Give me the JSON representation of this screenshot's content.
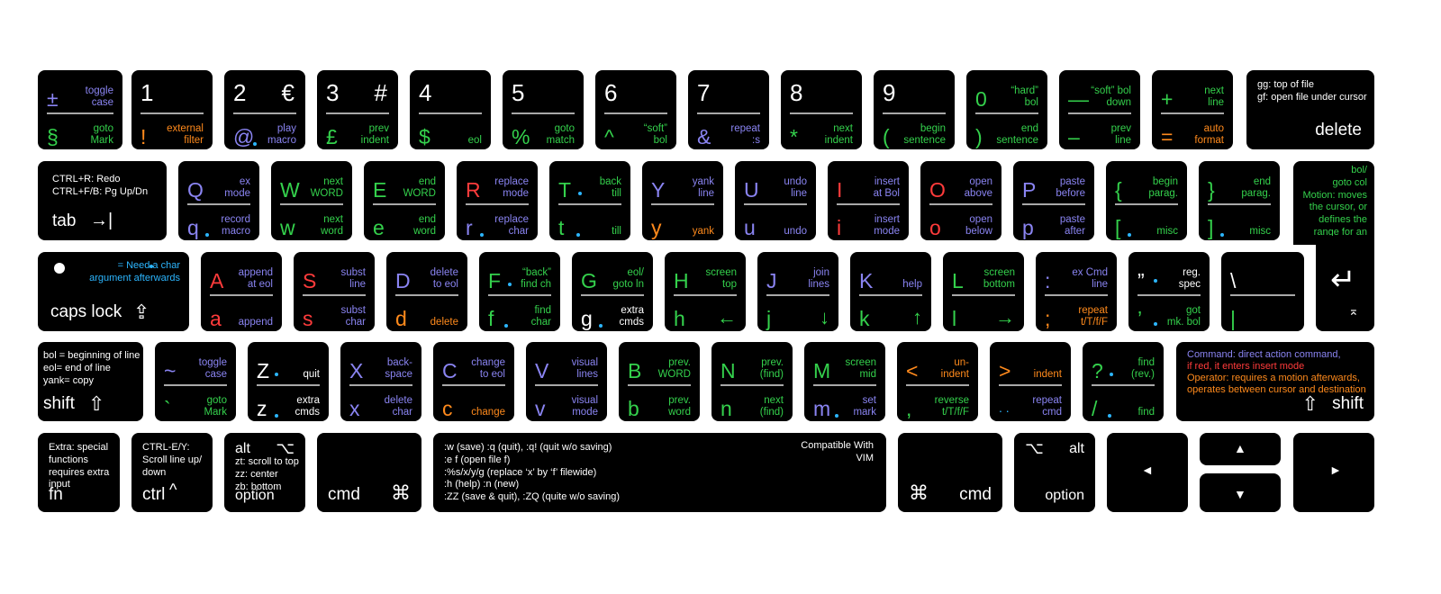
{
  "colors": {
    "purple": "#8a84f2",
    "green": "#34d14c",
    "orange": "#ff8a1c",
    "red": "#ff3b3b",
    "white": "#ffffff",
    "cyan": "#2cb6ff",
    "key_bg": "#000000",
    "divider": "#a8a8a8"
  },
  "row1": {
    "backtick": {
      "top_sym": "±",
      "top_desc": "toggle\ncase",
      "bot_sym": "§",
      "bot_desc": "goto\nMark"
    },
    "k1": {
      "num": "1",
      "bot_sym": "!",
      "bot_desc": "external\nfilter"
    },
    "k2": {
      "num": "2",
      "alt": "€",
      "bot_sym": "@",
      "bot_desc": "play\nmacro"
    },
    "k3": {
      "num": "3",
      "alt": "#",
      "bot_sym": "£",
      "bot_desc": "prev\nindent"
    },
    "k4": {
      "num": "4",
      "bot_sym": "$",
      "bot_desc": "eol"
    },
    "k5": {
      "num": "5",
      "bot_sym": "%",
      "bot_desc": "goto\nmatch"
    },
    "k6": {
      "num": "6",
      "bot_sym": "^",
      "bot_desc": "“soft”\nbol"
    },
    "k7": {
      "num": "7",
      "bot_sym": "&",
      "bot_desc": "repeat\n:s"
    },
    "k8": {
      "num": "8",
      "bot_sym": "*",
      "bot_desc": "next\nindent"
    },
    "k9": {
      "num": "9",
      "bot_sym": "(",
      "bot_desc": "begin\nsentence"
    },
    "k0": {
      "top_sym": "0",
      "top_desc": "“hard”\nbol",
      "bot_sym": ")",
      "bot_desc": "end\nsentence"
    },
    "minus": {
      "top_sym": "—",
      "top_desc": "“soft” bol\ndown",
      "bot_sym": "–",
      "bot_desc": "prev\nline"
    },
    "plus": {
      "top_sym": "+",
      "top_desc": "next\nline",
      "bot_sym": "=",
      "bot_desc": "auto\nformat"
    },
    "delete": {
      "note": "gg: top of file\ngf: open file under cursor",
      "label": "delete"
    }
  },
  "row2": {
    "tab": {
      "note": "CTRL+R: Redo\nCTRL+F/B: Pg Up/Dn",
      "label": "tab",
      "glyph": "→|"
    },
    "q": {
      "top_sym": "Q",
      "top_desc": "ex\nmode",
      "bot_sym": "q",
      "bot_desc": "record\nmacro"
    },
    "w": {
      "top_sym": "W",
      "top_desc": "next\nWORD",
      "bot_sym": "w",
      "bot_desc": "next\nword"
    },
    "e": {
      "top_sym": "E",
      "top_desc": "end\nWORD",
      "bot_sym": "e",
      "bot_desc": "end\nword"
    },
    "r": {
      "top_sym": "R",
      "top_desc": "replace\nmode",
      "bot_sym": "r",
      "bot_desc": "replace\nchar"
    },
    "t": {
      "top_sym": "T",
      "top_desc": "back\ntill",
      "bot_sym": "t",
      "bot_desc": "till"
    },
    "y": {
      "top_sym": "Y",
      "top_desc": "yank\nline",
      "bot_sym": "y",
      "bot_desc": "yank"
    },
    "u": {
      "top_sym": "U",
      "top_desc": "undo\nline",
      "bot_sym": "u",
      "bot_desc": "undo"
    },
    "i": {
      "top_sym": "I",
      "top_desc": "insert\nat Bol",
      "bot_sym": "i",
      "bot_desc": "insert\nmode"
    },
    "o": {
      "top_sym": "O",
      "top_desc": "open\nabove",
      "bot_sym": "o",
      "bot_desc": "open\nbelow"
    },
    "p": {
      "top_sym": "P",
      "top_desc": "paste\nbefore",
      "bot_sym": "p",
      "bot_desc": "paste\nafter"
    },
    "lbrace": {
      "top_sym": "{",
      "top_desc": "begin\nparag.",
      "bot_sym": "[",
      "bot_desc": "misc"
    },
    "rbrace": {
      "top_sym": "}",
      "top_desc": "end\nparag.",
      "bot_sym": "]",
      "bot_desc": "misc"
    },
    "pipe": {
      "text": "bol/\ngoto col\nMotion: moves\nthe cursor, or\ndefines the\nrange for an\noperator"
    }
  },
  "row3": {
    "caps": {
      "note": "= Need a char\nargument afterwards",
      "label": "caps lock",
      "glyph": "⇪"
    },
    "a": {
      "top_sym": "A",
      "top_desc": "append\nat eol",
      "bot_sym": "a",
      "bot_desc": "append"
    },
    "s": {
      "top_sym": "S",
      "top_desc": "subst\nline",
      "bot_sym": "s",
      "bot_desc": "subst\nchar"
    },
    "d": {
      "top_sym": "D",
      "top_desc": "delete\nto eol",
      "bot_sym": "d",
      "bot_desc": "delete"
    },
    "f": {
      "top_sym": "F",
      "top_desc": "“back”\nfind ch",
      "bot_sym": "f",
      "bot_desc": "find\nchar"
    },
    "g": {
      "top_sym": "G",
      "top_desc": "eol/\ngoto ln",
      "bot_sym": "g",
      "bot_desc": "extra\ncmds"
    },
    "h": {
      "top_sym": "H",
      "top_desc": "screen\ntop",
      "bot_sym": "h",
      "bot_desc": "←"
    },
    "j": {
      "top_sym": "J",
      "top_desc": "join\nlines",
      "bot_sym": "j",
      "bot_desc": "↓"
    },
    "k": {
      "top_sym": "K",
      "top_desc": "help",
      "bot_sym": "k",
      "bot_desc": "↑"
    },
    "l": {
      "top_sym": "L",
      "top_desc": "screen\nbottom",
      "bot_sym": "l",
      "bot_desc": "→"
    },
    "colon": {
      "top_sym": ":",
      "top_desc": "ex Cmd\nline",
      "bot_sym": ";",
      "bot_desc": "repeat\nt/T/f/F"
    },
    "quote": {
      "top_sym": "”",
      "top_desc": "reg.\nspec",
      "bot_sym": "’",
      "bot_desc": "got\nmk. bol"
    },
    "backslash": {
      "top_sym": "\\",
      "bot_sym": "|"
    },
    "enter": {
      "glyph": "↵",
      "sub": "⌅"
    }
  },
  "row4": {
    "lshift": {
      "note": "bol = beginning of line\neol= end of line\nyank= copy",
      "label": "shift",
      "glyph": "⇧"
    },
    "tilde": {
      "top_sym": "~",
      "top_desc": "toggle\ncase",
      "bot_sym": "`",
      "bot_desc": "goto\nMark"
    },
    "z": {
      "top_sym": "Z",
      "top_desc": "quit",
      "bot_sym": "z",
      "bot_desc": "extra\ncmds"
    },
    "x": {
      "top_sym": "X",
      "top_desc": "back-\nspace",
      "bot_sym": "x",
      "bot_desc": "delete\nchar"
    },
    "c": {
      "top_sym": "C",
      "top_desc": "change\nto eol",
      "bot_sym": "c",
      "bot_desc": "change"
    },
    "v": {
      "top_sym": "V",
      "top_desc": "visual\nlines",
      "bot_sym": "v",
      "bot_desc": "visual\nmode"
    },
    "b": {
      "top_sym": "B",
      "top_desc": "prev.\nWORD",
      "bot_sym": "b",
      "bot_desc": "prev.\nword"
    },
    "n": {
      "top_sym": "N",
      "top_desc": "prev.\n(find)",
      "bot_sym": "n",
      "bot_desc": "next\n(find)"
    },
    "m": {
      "top_sym": "M",
      "top_desc": "screen\nmid",
      "bot_sym": "m",
      "bot_desc": "set\nmark"
    },
    "lt": {
      "top_sym": "<",
      "top_desc": "un-\nindent",
      "bot_sym": ",",
      "bot_desc": "reverse\nt/T/f/F"
    },
    "gt": {
      "top_sym": ">",
      "top_desc": "indent",
      "bot_sym": ". .",
      "bot_desc": "repeat\ncmd"
    },
    "question": {
      "top_sym": "?",
      "top_desc": "find\n(rev.)",
      "bot_sym": "/",
      "bot_desc": "find"
    },
    "rshift": {
      "line1": "Command: direct action command,",
      "line2": "if red, it enters insert mode",
      "line3": "Operator: requires a motion afterwards,",
      "line4": "operates between cursor and destination",
      "label": "shift",
      "glyph": "⇧"
    }
  },
  "row5": {
    "fn": {
      "note": "Extra: special\nfunctions\nrequires extra\ninput",
      "label": "fn"
    },
    "ctrl": {
      "note": "CTRL-E/Y:\nScroll line up/\ndown",
      "label": "ctrl",
      "glyph": "^"
    },
    "loption": {
      "top": "alt",
      "glyph": "⌥",
      "note": "zt: scroll to top\nzz: center\nzb: bottom",
      "label": "option"
    },
    "lcmd": {
      "label": "cmd",
      "glyph": "⌘"
    },
    "space": {
      "lines": [
        ":w (save) :q (quit), :q! (quit w/o saving)",
        ":e f (open file f)",
        ":%s/x/y/g (replace ‘x’ by ‘f’ filewide)",
        ":h (help) :n (new)",
        ":ZZ (save & quit), :ZQ (quite w/o saving)"
      ],
      "compat1": "Compatible With",
      "compat2": "VIM"
    },
    "rcmd": {
      "label": "cmd",
      "glyph": "⌘"
    },
    "roption": {
      "top": "alt",
      "glyph": "⌥",
      "label": "option"
    },
    "arrows": {
      "left": "◄",
      "up": "▲",
      "down": "▼",
      "right": "►"
    }
  }
}
